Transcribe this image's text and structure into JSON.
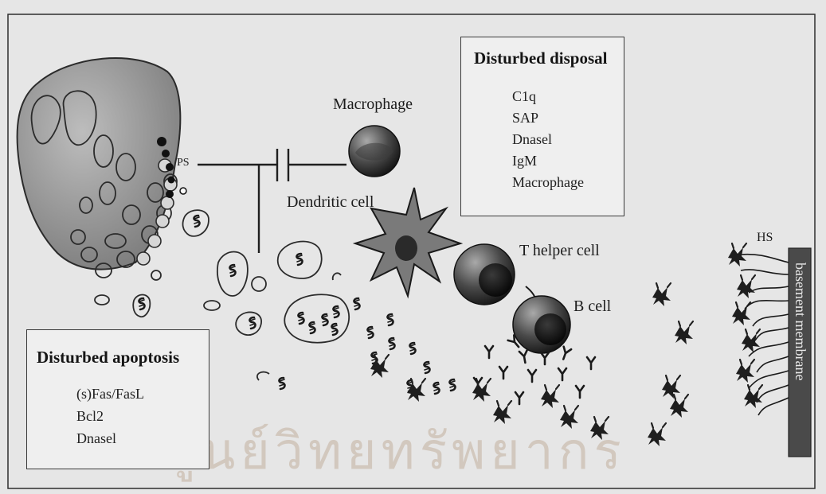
{
  "watermark": {
    "bottom_text": "ศูนย์วิทยทรัพยากร"
  },
  "labels": {
    "ps": "PS",
    "macrophage": "Macrophage",
    "dendritic_cell": "Dendritic cell",
    "t_helper_cell": "T helper cell",
    "b_cell": "B cell",
    "hs": "HS",
    "basement_membrane": "basement membrane"
  },
  "disturbed_disposal": {
    "title": "Disturbed disposal",
    "items": [
      "C1q",
      "SAP",
      "Dnasel",
      "IgM",
      "Macrophage"
    ]
  },
  "disturbed_apoptosis": {
    "title": "Disturbed apoptosis",
    "items": [
      "(s)Fas/FasL",
      "Bcl2",
      "Dnasel"
    ]
  },
  "colors": {
    "background": "#e6e6e6",
    "cell_fill": "#9a9a9a",
    "dark": "#1a1a1a",
    "membrane": "#4a4a4a"
  }
}
